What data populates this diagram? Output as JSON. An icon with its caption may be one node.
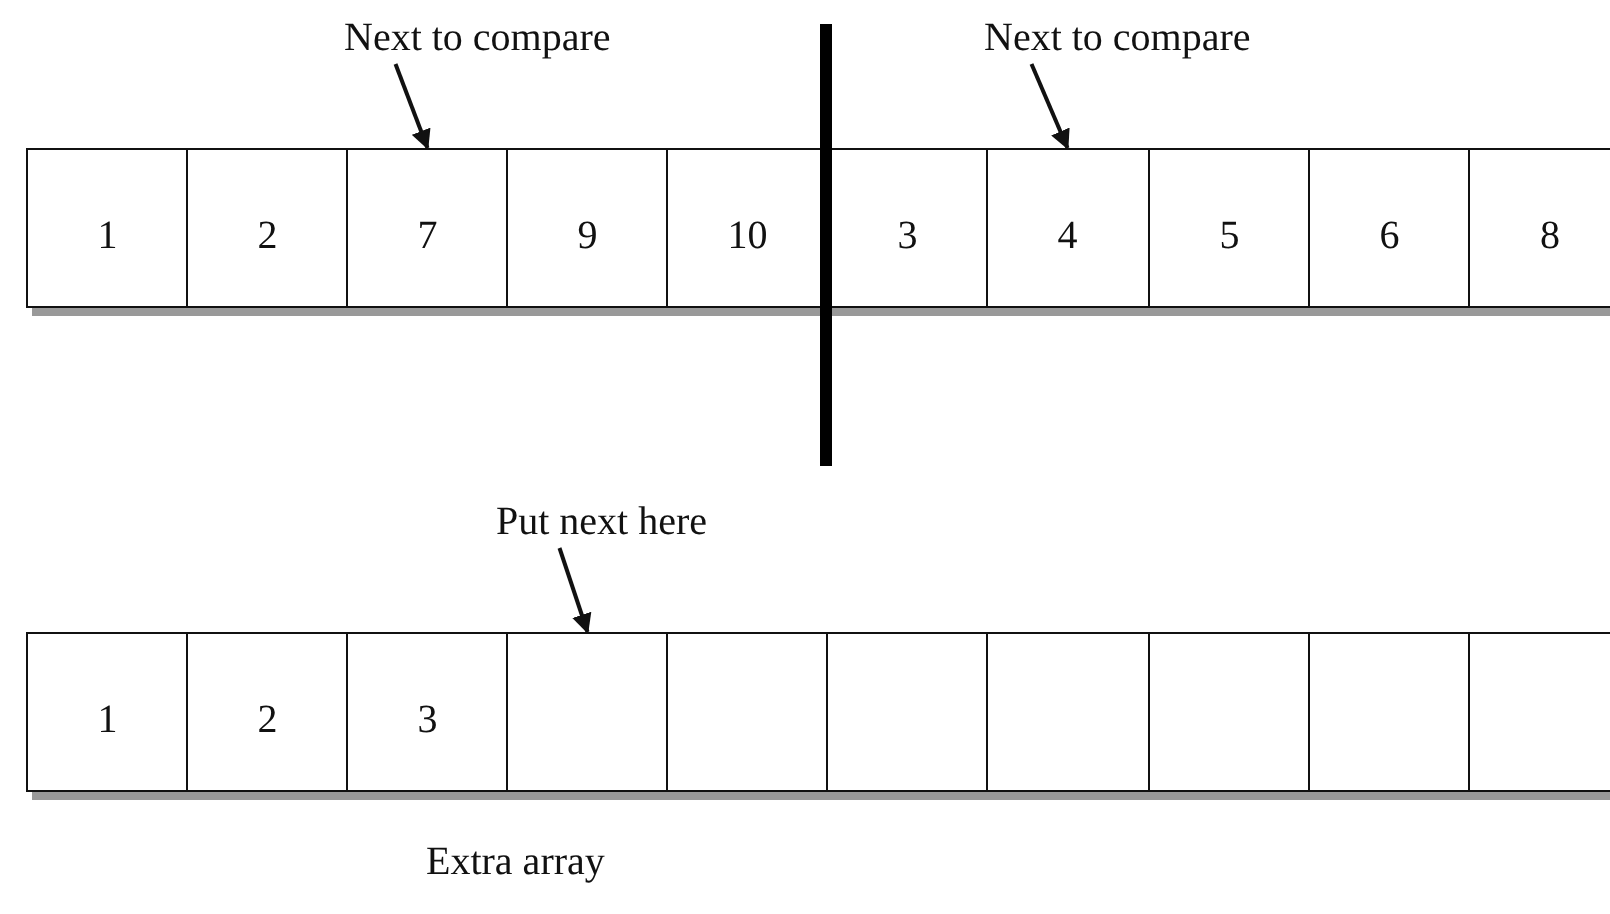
{
  "diagram": {
    "nodes": [
      {
        "text": [
          "Next to compare"
        ]
      },
      {
        "text": [
          "Next to compare"
        ]
      },
      {
        "text": [
          "1"
        ]
      },
      {
        "text": [
          "2"
        ]
      },
      {
        "text": [
          "7"
        ]
      },
      {
        "text": [
          "9"
        ]
      },
      {
        "text": [
          "10"
        ]
      },
      {
        "text": [
          "3"
        ]
      },
      {
        "text": [
          "4"
        ]
      },
      {
        "text": [
          "5"
        ]
      },
      {
        "text": [
          "6"
        ]
      },
      {
        "text": [
          "8"
        ]
      },
      {
        "text": [
          "Put next here"
        ]
      },
      {
        "text": [
          "1"
        ]
      },
      {
        "text": [
          "2"
        ]
      },
      {
        "text": [
          "3"
        ]
      },
      {
        "text": [],
        "shape": "box"
      },
      {
        "text": [],
        "shape": "box"
      },
      {
        "text": [],
        "shape": "box"
      },
      {
        "text": [],
        "shape": "box"
      },
      {
        "text": [],
        "shape": "box"
      },
      {
        "text": [],
        "shape": "box"
      },
      {
        "text": [],
        "shape": "box"
      }
    ],
    "edges": [
      {
        "from": 0,
        "to": 4,
        "arrow": "to"
      },
      {
        "from": 1,
        "to": 8,
        "arrow": "to"
      },
      {
        "from": 12,
        "to": 16,
        "arrow": "to"
      }
    ],
    "labels": [
      "Extra array"
    ]
  }
}
